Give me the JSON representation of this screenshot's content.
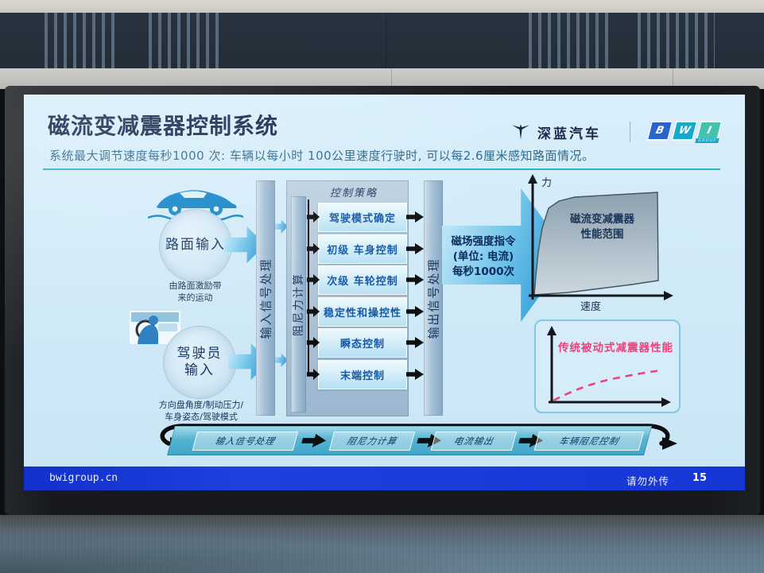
{
  "slide": {
    "title": "磁流变减震器控制系统",
    "subtitle": "系统最大调节速度每秒1000 次: 车辆以每小时 100公里速度行驶时, 可以每2.6厘米感知路面情况。",
    "brand": {
      "deepal": "深蓝汽车",
      "bwi": {
        "b": "B",
        "w": "W",
        "i": "I",
        "group": "GROUP"
      }
    },
    "road_input": {
      "label": "路面输入",
      "caption1": "由路面激励带",
      "caption2": "来的运动"
    },
    "driver_input": {
      "label1": "驾驶员",
      "label2": "输入",
      "caption1": "方向盘角度/制动压力/",
      "caption2": "车身姿态/驾驶模式"
    },
    "bars": {
      "input": "输入信号处理",
      "damping": "阻尼力计算",
      "output": "输出信号处理"
    },
    "strategy": {
      "title": "控制策略",
      "items": [
        "驾驶模式确定",
        "初级 车身控制",
        "次级 车轮控制",
        "稳定性和操控性",
        "瞬态控制",
        "末端控制"
      ]
    },
    "command": {
      "line1": "磁场强度指令",
      "line2": "(单位: 电流)",
      "line3": "每秒1000次"
    },
    "mr_chart": {
      "ylabel": "力",
      "xlabel": "速度",
      "area_label1": "磁流变减震器",
      "area_label2": "性能范围"
    },
    "passive_chart": {
      "label": "传统被动式减震器性能"
    },
    "loop_steps": [
      "输入信号处理",
      "阻尼力计算",
      "电流输出",
      "车辆阻尼控制"
    ],
    "footer": {
      "site": "bwigroup.cn",
      "notice": "请勿外传",
      "page": "15"
    }
  },
  "colors": {
    "accent_teal": "#2cb3c6",
    "footer_blue": "#1636d6",
    "passive_pink": "#e8447c",
    "arrow_blue": "#1a8fd0",
    "bwi_b": "#2a63cc",
    "bwi_w": "#18a8c8",
    "bwi_i": "#43c2ac"
  }
}
